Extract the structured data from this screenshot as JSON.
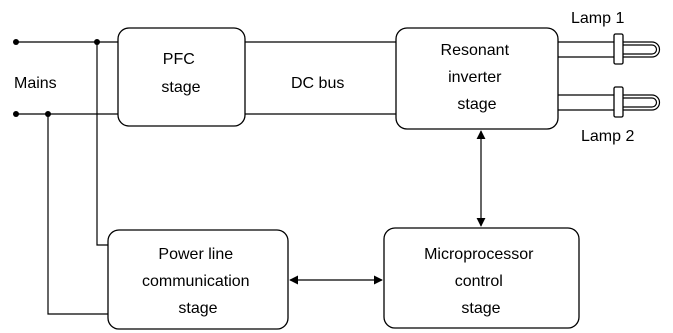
{
  "labels": {
    "mains": "Mains",
    "dc_bus": "DC bus",
    "lamp1": "Lamp 1",
    "lamp2": "Lamp 2"
  },
  "blocks": {
    "pfc": [
      "PFC",
      "stage"
    ],
    "inverter": [
      "Resonant",
      "inverter",
      "stage"
    ],
    "plc": [
      "Power line",
      "communication",
      "stage"
    ],
    "micro": [
      "Microprocessor",
      "control",
      "stage"
    ]
  }
}
